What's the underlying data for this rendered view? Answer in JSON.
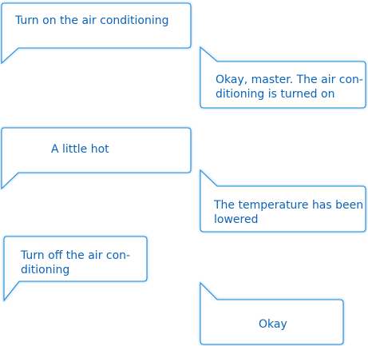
{
  "chat": {
    "messages": [
      {
        "sender": "user",
        "text": "Turn on the air conditioning"
      },
      {
        "sender": "assistant",
        "text": "Okay, master. The air con-\nditioning is turned on"
      },
      {
        "sender": "user",
        "text": "A little hot"
      },
      {
        "sender": "assistant",
        "text": "The temperature has been\nlowered"
      },
      {
        "sender": "user",
        "text": "Turn off the air con-\nditioning"
      },
      {
        "sender": "assistant",
        "text": "Okay"
      }
    ]
  },
  "colors": {
    "bubble_border": "#1e88d8",
    "text": "#0b63b8",
    "background": "#ffffff"
  }
}
